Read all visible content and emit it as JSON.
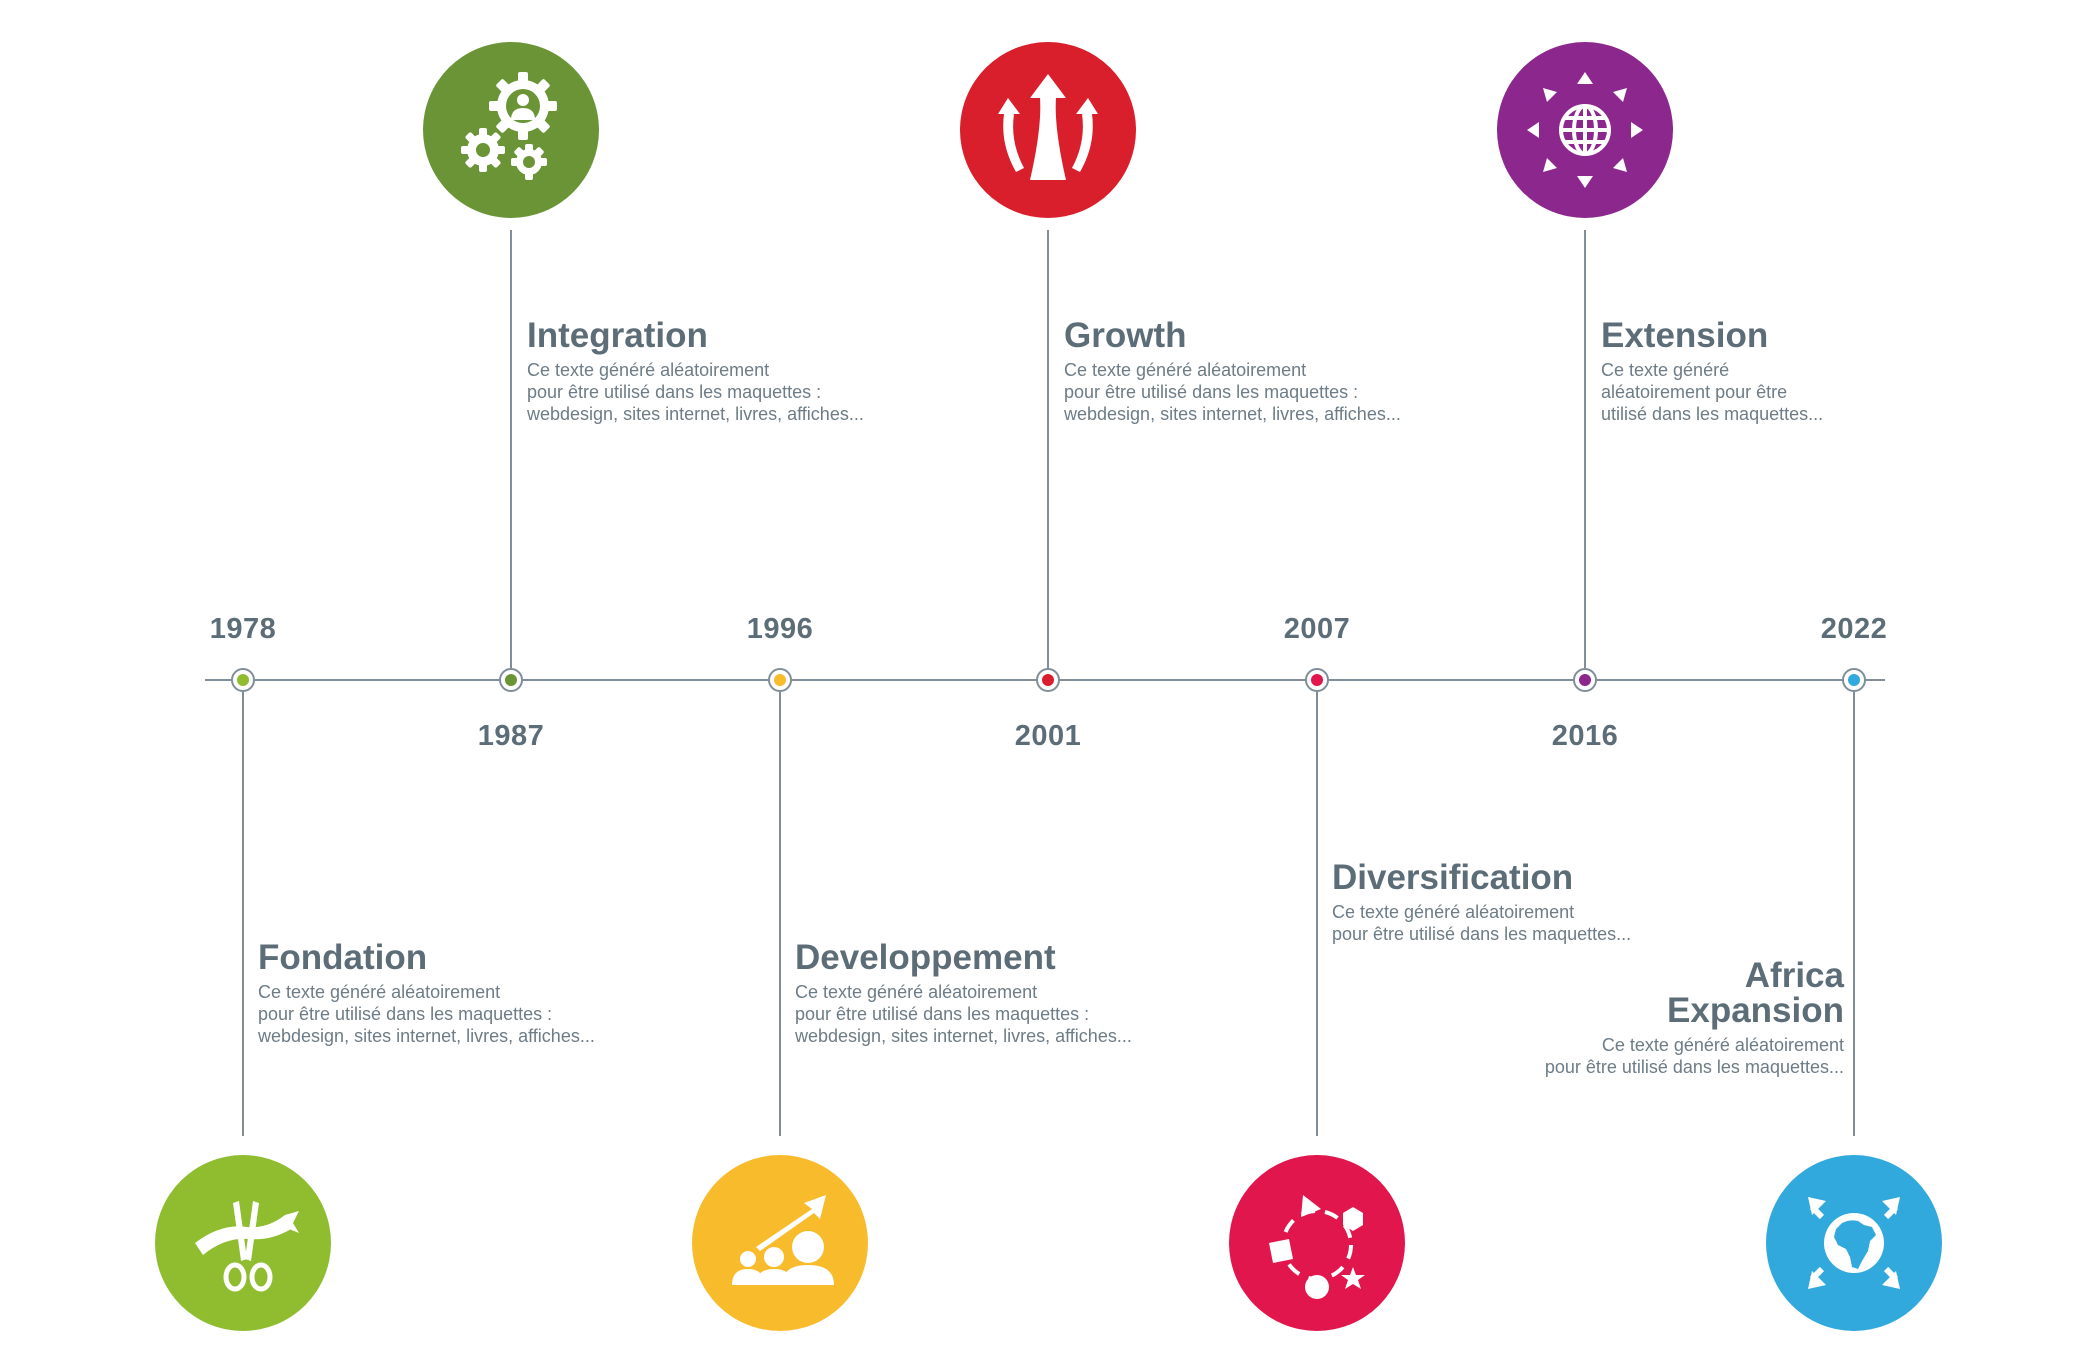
{
  "colors": {
    "axis": "#7f8e99",
    "text": "#5d6d78",
    "lime": "#8fbd2f",
    "green": "#6a9436",
    "yellow": "#f8bb2c",
    "red": "#d91f2c",
    "crimson": "#e1164d",
    "purple": "#8b278d",
    "blue": "#32a9dd"
  },
  "years": {
    "y1978": "1978",
    "y1987": "1987",
    "y1996": "1996",
    "y2001": "2001",
    "y2007": "2007",
    "y2016": "2016",
    "y2022": "2022"
  },
  "milestones": {
    "fondation": {
      "title": "Fondation",
      "text": "Ce texte généré aléatoirement\npour être utilisé dans les maquettes :\nwebdesign, sites internet, livres, affiches...",
      "icon": "ribbon-scissors-icon"
    },
    "integration": {
      "title": "Integration",
      "text": "Ce texte généré aléatoirement\npour être utilisé dans les maquettes :\nwebdesign, sites internet, livres, affiches...",
      "icon": "gears-person-icon"
    },
    "developpement": {
      "title": "Developpement",
      "text": "Ce texte généré aléatoirement\npour être utilisé dans les maquettes :\nwebdesign, sites internet, livres, affiches...",
      "icon": "team-growth-icon"
    },
    "growth": {
      "title": "Growth",
      "text": "Ce texte généré aléatoirement\npour être utilisé dans les maquettes :\nwebdesign, sites internet, livres, affiches...",
      "icon": "split-arrows-icon"
    },
    "diversification": {
      "title": "Diversification",
      "text": "Ce texte généré aléatoirement\npour être utilisé dans les maquettes...",
      "icon": "shapes-cycle-icon"
    },
    "extension": {
      "title": "Extension",
      "text": "Ce texte généré\naléatoirement pour être\nutilisé dans les maquettes...",
      "icon": "globe-arrows-icon"
    },
    "africa": {
      "title_line1": "Africa",
      "title_line2": "Expansion",
      "text": "Ce texte généré aléatoirement\npour être utilisé dans les maquettes...",
      "icon": "africa-arrows-icon"
    }
  }
}
